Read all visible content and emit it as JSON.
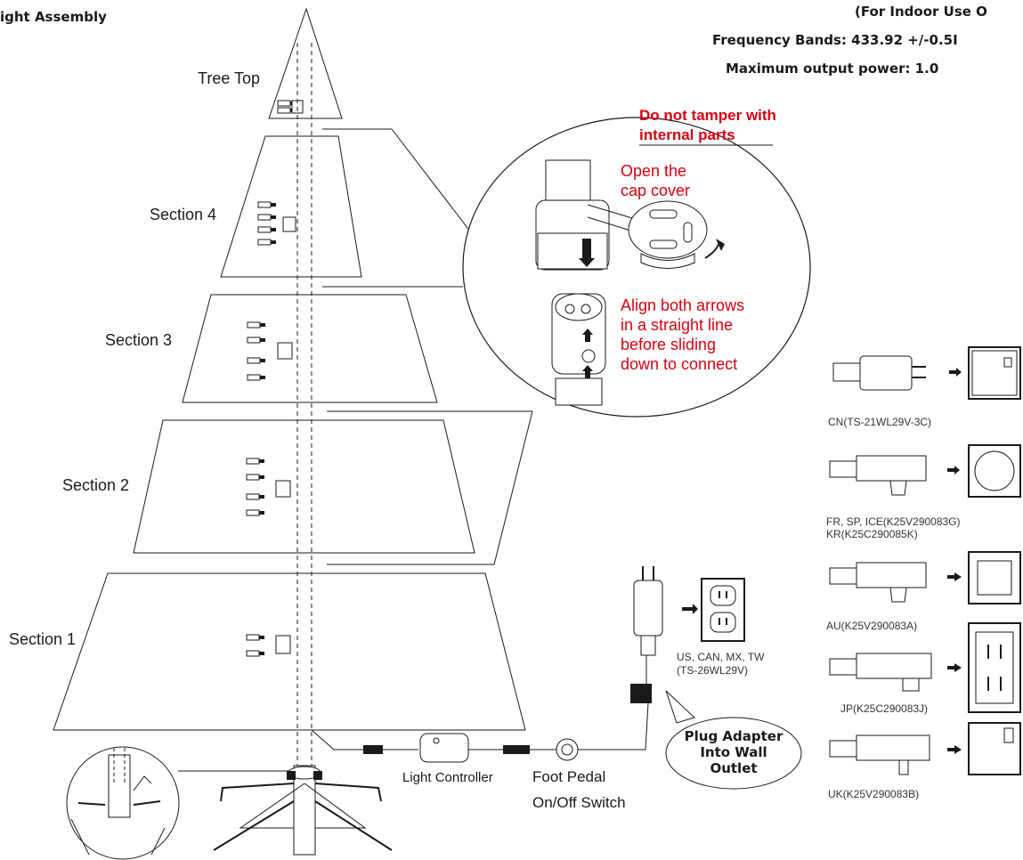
{
  "header": {
    "left_title": "ight Assembly",
    "right_lines": [
      "(For Indoor Use O",
      "Frequency Bands: 433.92 +/-0.5I",
      "Maximum output power: 1.0"
    ]
  },
  "sections": {
    "tree_top": "Tree Top",
    "section4": "Section 4",
    "section3": "Section 3",
    "section2": "Section 2",
    "section1": "Section 1"
  },
  "warning": {
    "line1": "Do not tamper with",
    "line2": "internal parts"
  },
  "detail": {
    "open_cap": [
      "Open the",
      "cap cover"
    ],
    "align": [
      "Align both arrows",
      "in a straight line",
      "before sliding",
      "down to connect"
    ]
  },
  "controls": {
    "light_controller": "Light Controller",
    "foot_pedal": [
      "Foot Pedal",
      "On/Off Switch"
    ],
    "callout": [
      "Plug Adapter",
      "Into Wall",
      "Outlet"
    ]
  },
  "adapters": {
    "us": [
      "US, CAN, MX, TW",
      "(TS-26WL29V)"
    ],
    "cn": "CN(TS-21WL29V-3C)",
    "fr": [
      "FR, SP, ICE(K25V290083G)",
      "KR(K25C290085K)"
    ],
    "au": "AU(K25V290083A)",
    "jp": "JP(K25C290083J)",
    "uk": "UK(K25V290083B)"
  },
  "colors": {
    "warning_red": "#d7000f",
    "line": "#1a1a1a"
  }
}
